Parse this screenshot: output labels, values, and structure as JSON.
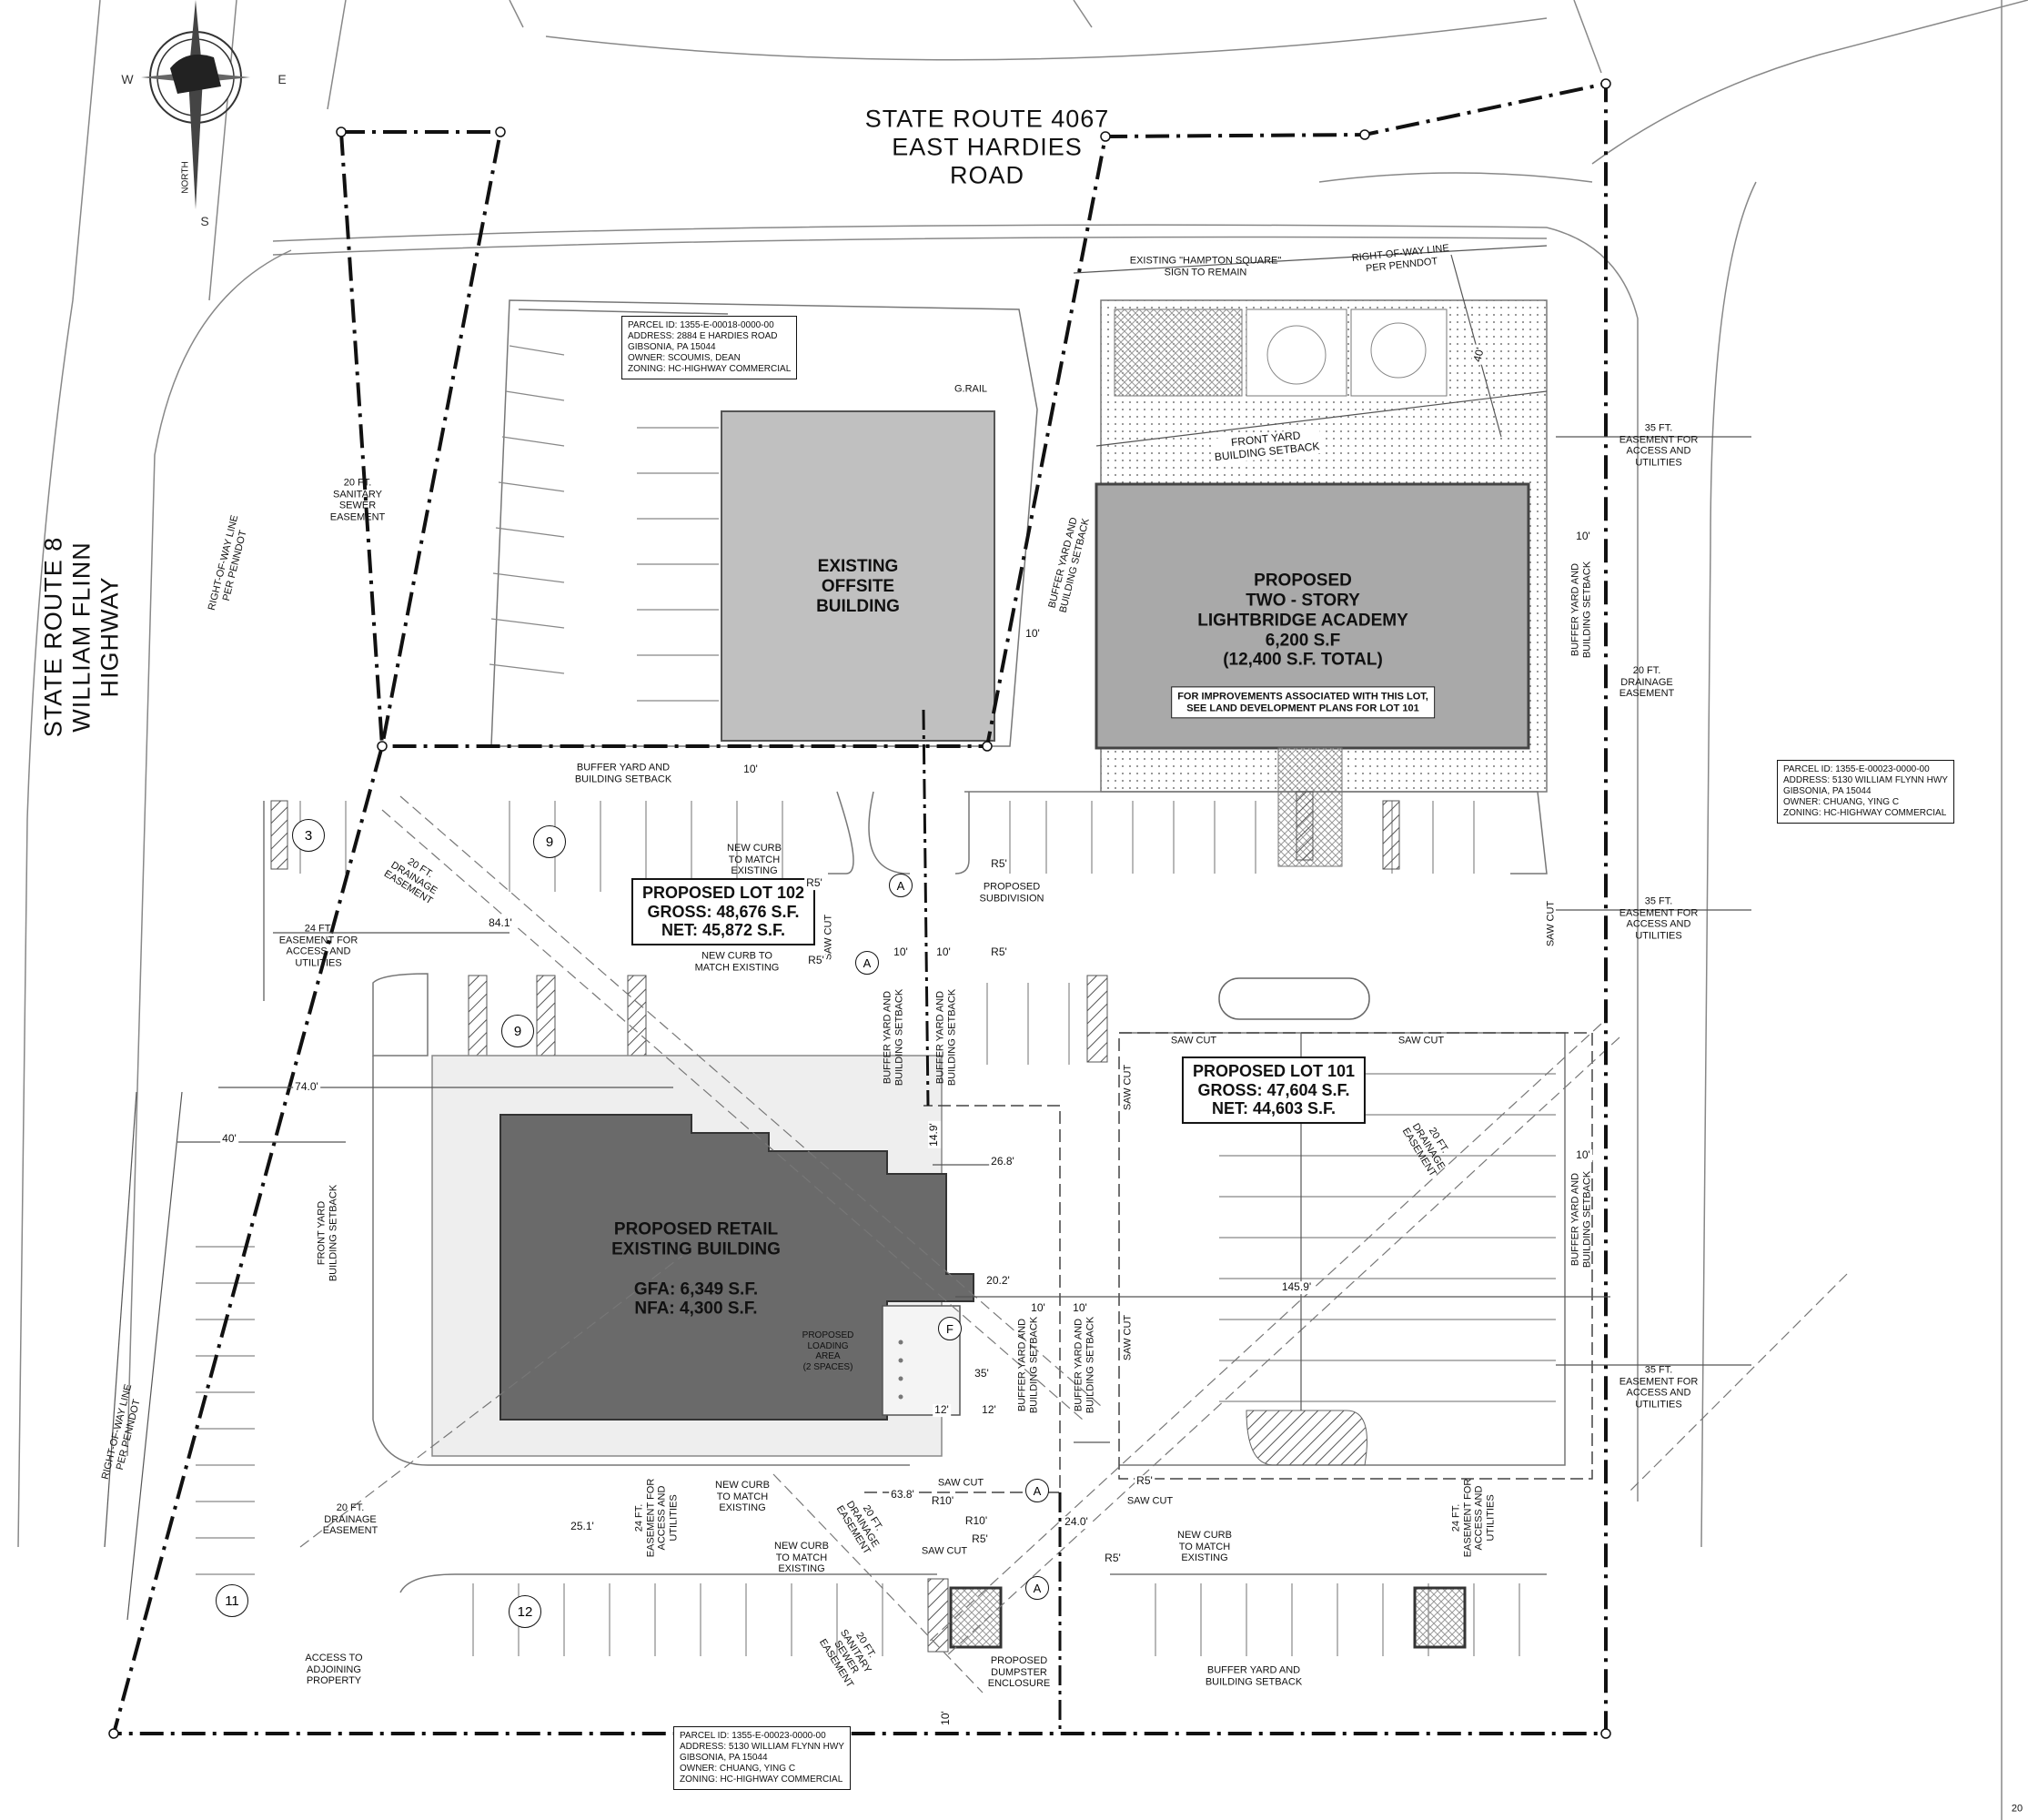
{
  "roads": {
    "north": "STATE ROUTE 4067\nEAST HARDIES\nROAD",
    "west": "STATE ROUTE 8\nWILLIAM FLINN\nHIGHWAY"
  },
  "compass": {
    "n": "NORTH",
    "s": "S",
    "e": "E",
    "w": "W"
  },
  "buildings": {
    "offsite": "EXISTING\nOFFSITE\nBUILDING",
    "academy_title": "PROPOSED\nTWO - STORY\nLIGHTBRIDGE ACADEMY\n6,200 S.F\n(12,400 S.F. TOTAL)",
    "academy_note": "FOR IMPROVEMENTS ASSOCIATED WITH THIS LOT,\nSEE LAND DEVELOPMENT PLANS FOR LOT 101",
    "retail": "PROPOSED RETAIL\nEXISTING BUILDING\n\nGFA: 6,349 S.F.\nNFA: 4,300 S.F."
  },
  "lots": {
    "lot102": "PROPOSED LOT 102\nGROSS: 48,676 S.F.\nNET: 45,872 S.F.",
    "lot101": "PROPOSED LOT 101\nGROSS: 47,604 S.F.\nNET: 44,603 S.F."
  },
  "parcels": [
    [
      "PARCEL ID: 1355-E-00018-0000-00",
      "ADDRESS:  2884 E HARDIES ROAD",
      "               GIBSONIA, PA 15044",
      "OWNER:     SCOUMIS, DEAN",
      "ZONING:    HC-HIGHWAY COMMERCIAL"
    ],
    [
      "PARCEL ID: 1355-E-00023-0000-00",
      "ADDRESS:  5130 WILLIAM FLYNN HWY",
      "               GIBSONIA, PA 15044",
      "OWNER:     CHUANG, YING C",
      "ZONING:    HC-HIGHWAY COMMERCIAL"
    ],
    [
      "PARCEL ID: 1355-E-00023-0000-00",
      "ADDRESS:  5130 WILLIAM FLYNN HWY",
      "               GIBSONIA, PA 15044",
      "OWNER:     CHUANG, YING C",
      "ZONING:    HC-HIGHWAY COMMERCIAL"
    ]
  ],
  "annotations": {
    "hampton_sign": "EXISTING \"HAMPTON SQUARE\"\nSIGN TO REMAIN",
    "row_line_penndot": "RIGHT-OF-WAY LINE\nPER PENNDOT",
    "grail": "G.RAIL",
    "front_yard_top": "FRONT YARD\nBUILDING SETBACK",
    "front_yard_west": "FRONT YARD\nBUILDING SETBACK",
    "buffer_yard": "BUFFER YARD AND\nBUILDING SETBACK",
    "sanitary_20": "20 FT.\nSANITARY\nSEWER\nEASEMENT",
    "drainage_20": "20 FT.\nDRAINAGE\nEASEMENT",
    "access_35": "35 FT.\nEASEMENT FOR\nACCESS AND\nUTILITIES",
    "access_24": "24 FT.\nEASEMENT FOR\nACCESS AND\nUTILITIES",
    "access_24_short": "24 FT.",
    "access_24_body": "EASEMENT FOR\nACCESS AND\nUTILITIES",
    "new_curb": "NEW CURB\nTO MATCH\nEXISTING",
    "new_curb_to": "NEW CURB TO\nMATCH EXISTING",
    "proposed_subdivision": "PROPOSED\nSUBDIVISION",
    "saw_cut": "SAW CUT",
    "loading": "PROPOSED\nLOADING\nAREA\n(2 SPACES)",
    "dumpster": "PROPOSED\nDUMPSTER\nENCLOSURE",
    "access_adjoining": "ACCESS TO\nADJOINING\nPROPERTY",
    "row_line_penndot_west": "RIGHT-OF-WAY LINE\nPER PENNDOT"
  },
  "dimensions": {
    "d10": "10'",
    "d84": "84.1'",
    "d74": "74.0'",
    "d40": "40'",
    "d25": "25.1'",
    "d268": "26.8'",
    "d202": "20.2'",
    "d1459": "145.9'",
    "d35": "35'",
    "d12": "12'",
    "d638": "63.8'",
    "d240": "24.0'",
    "d149": "14.9'",
    "d40b": "40'",
    "r5": "R5'",
    "r10": "R10'"
  },
  "markers": {
    "parking": [
      "3",
      "9",
      "9",
      "11",
      "12"
    ],
    "access": "A",
    "fire": "F"
  },
  "sheet_fragment": "20"
}
